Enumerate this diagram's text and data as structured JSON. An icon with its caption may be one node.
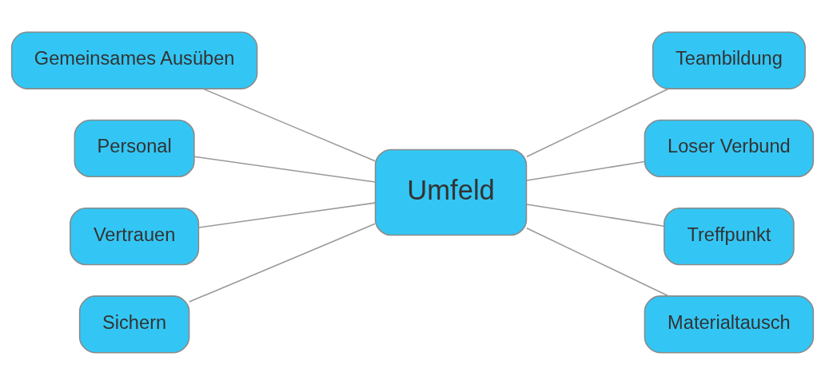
{
  "diagram": {
    "nodes": [
      {
        "text": [
          "Umfeld"
        ]
      },
      {
        "text": [
          "Gemeinsames Ausüben"
        ]
      },
      {
        "text": [
          "Personal"
        ]
      },
      {
        "text": [
          "Vertrauen"
        ]
      },
      {
        "text": [
          "Sichern"
        ]
      },
      {
        "text": [
          "Teambildung"
        ]
      },
      {
        "text": [
          "Loser Verbund"
        ]
      },
      {
        "text": [
          "Treffpunkt"
        ]
      },
      {
        "text": [
          "Materialtausch"
        ]
      }
    ],
    "edges": [
      {
        "from": 0,
        "to": 1,
        "arrow": "none"
      },
      {
        "from": 0,
        "to": 2,
        "arrow": "none"
      },
      {
        "from": 0,
        "to": 3,
        "arrow": "none"
      },
      {
        "from": 0,
        "to": 4,
        "arrow": "none"
      },
      {
        "from": 0,
        "to": 5,
        "arrow": "none"
      },
      {
        "from": 0,
        "to": 6,
        "arrow": "none"
      },
      {
        "from": 0,
        "to": 7,
        "arrow": "none"
      },
      {
        "from": 0,
        "to": 8,
        "arrow": "none"
      }
    ]
  }
}
